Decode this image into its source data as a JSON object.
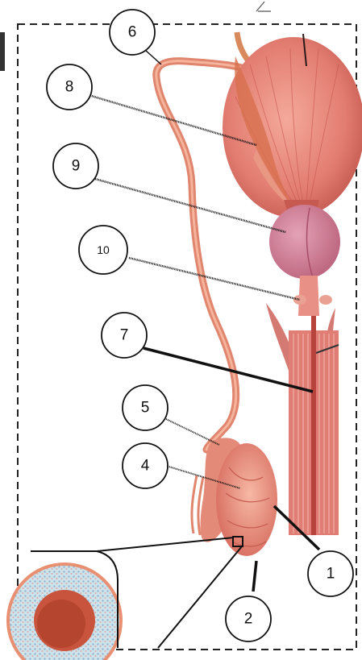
{
  "diagram": {
    "callouts": [
      {
        "id": "1",
        "label": "1"
      },
      {
        "id": "2",
        "label": "2"
      },
      {
        "id": "4",
        "label": "4"
      },
      {
        "id": "5",
        "label": "5"
      },
      {
        "id": "6",
        "label": "6"
      },
      {
        "id": "7",
        "label": "7"
      },
      {
        "id": "8",
        "label": "8"
      },
      {
        "id": "9",
        "label": "9"
      },
      {
        "id": "10",
        "label": "10"
      }
    ],
    "colors": {
      "bladder": "#e27c70",
      "prostate": "#c9748a",
      "urethra": "#e07e76",
      "duct": "#e0866f",
      "testis": "#e48877",
      "border": "#222222"
    }
  }
}
